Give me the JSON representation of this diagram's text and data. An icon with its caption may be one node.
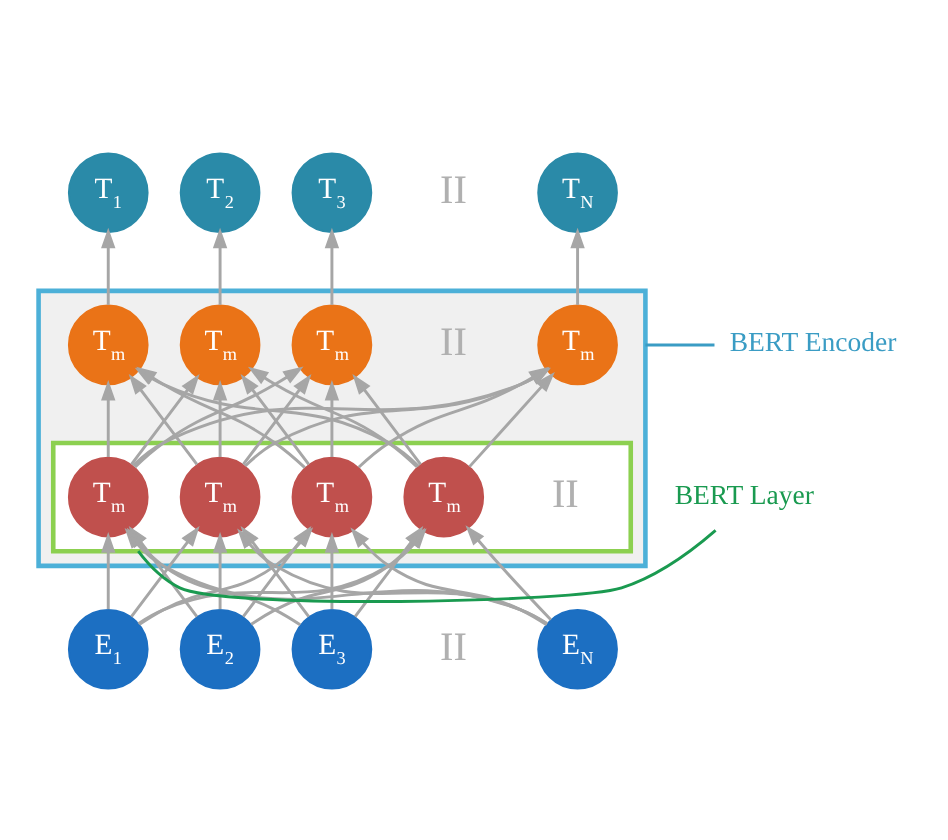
{
  "diagram": {
    "nodes": [
      {
        "text": [
          "T$_{1}$"
        ]
      },
      {
        "text": [
          "T$_{2}$"
        ]
      },
      {
        "text": [
          "T$_{3}$"
        ]
      },
      {
        "text": [
          "T$_{N}$"
        ]
      },
      {
        "text": [],
        "shape": "box"
      },
      {
        "text": [
          "T$_{m}$"
        ],
        "in": 4
      },
      {
        "text": [
          "T$_{m}$"
        ],
        "in": 4
      },
      {
        "text": [
          "T$_{m}$"
        ],
        "in": 4
      },
      {
        "text": [
          "T$_{m}$"
        ],
        "in": 4
      },
      {
        "text": [],
        "shape": "box",
        "in": 4
      },
      {
        "text": [
          "T$_{m}$"
        ],
        "in": 9
      },
      {
        "text": [
          "T$_{m}$"
        ],
        "in": 9
      },
      {
        "text": [
          "T$_{m}$"
        ],
        "in": 9
      },
      {
        "text": [
          "T$_{m}$"
        ],
        "in": 9
      },
      {
        "text": [
          "E$_{1}$"
        ]
      },
      {
        "text": [
          "E$_{2}$"
        ]
      },
      {
        "text": [
          "E$_{3}$"
        ]
      },
      {
        "text": [
          "E$_{N}$"
        ]
      },
      {
        "text": [
          "BERT Encoder"
        ]
      },
      {
        "text": [
          "BERT Layer"
        ]
      }
    ],
    "edges": [
      {
        "from": 5,
        "to": 0,
        "arrow": "to"
      },
      {
        "from": 6,
        "to": 1,
        "arrow": "to"
      },
      {
        "from": 7,
        "to": 2,
        "arrow": "to"
      },
      {
        "from": 8,
        "to": 3,
        "arrow": "to"
      },
      {
        "from": 10,
        "to": 5,
        "arrow": "to"
      },
      {
        "from": 10,
        "to": 6,
        "arrow": "to"
      },
      {
        "from": 10,
        "to": 7,
        "arrow": "to"
      },
      {
        "from": 10,
        "to": 8,
        "arrow": "to"
      },
      {
        "from": 11,
        "to": 5,
        "arrow": "to"
      },
      {
        "from": 11,
        "to": 6,
        "arrow": "to"
      },
      {
        "from": 11,
        "to": 7,
        "arrow": "to"
      },
      {
        "from": 11,
        "to": 8,
        "arrow": "to"
      },
      {
        "from": 12,
        "to": 5,
        "arrow": "to"
      },
      {
        "from": 12,
        "to": 6,
        "arrow": "to"
      },
      {
        "from": 12,
        "to": 7,
        "arrow": "to"
      },
      {
        "from": 12,
        "to": 8,
        "arrow": "to"
      },
      {
        "from": 13,
        "to": 5,
        "arrow": "to"
      },
      {
        "from": 13,
        "to": 6,
        "arrow": "to"
      },
      {
        "from": 13,
        "to": 7,
        "arrow": "to"
      },
      {
        "from": 13,
        "to": 8,
        "arrow": "to"
      },
      {
        "from": 14,
        "to": 10,
        "arrow": "to"
      },
      {
        "from": 14,
        "to": 11,
        "arrow": "to"
      },
      {
        "from": 14,
        "to": 12,
        "arrow": "to"
      },
      {
        "from": 14,
        "to": 13,
        "arrow": "to"
      },
      {
        "from": 15,
        "to": 10,
        "arrow": "to"
      },
      {
        "from": 15,
        "to": 11,
        "arrow": "to"
      },
      {
        "from": 15,
        "to": 12,
        "arrow": "to"
      },
      {
        "from": 15,
        "to": 13,
        "arrow": "to"
      },
      {
        "from": 16,
        "to": 10,
        "arrow": "to"
      },
      {
        "from": 16,
        "to": 11,
        "arrow": "to"
      },
      {
        "from": 16,
        "to": 12,
        "arrow": "to"
      },
      {
        "from": 16,
        "to": 13,
        "arrow": "to"
      },
      {
        "from": 17,
        "to": 10,
        "arrow": "to"
      },
      {
        "from": 17,
        "to": 11,
        "arrow": "to"
      },
      {
        "from": 17,
        "to": 12,
        "arrow": "to"
      },
      {
        "from": 17,
        "to": 13,
        "arrow": "to"
      },
      {
        "from": 18,
        "to": 4,
        "arrow": "none",
        "color": "#3a9cc4"
      },
      {
        "from": 19,
        "to": 9,
        "arrow": "none",
        "color": "#1a9a50"
      }
    ],
    "labels": [
      "II",
      "II",
      "II",
      "II"
    ]
  }
}
